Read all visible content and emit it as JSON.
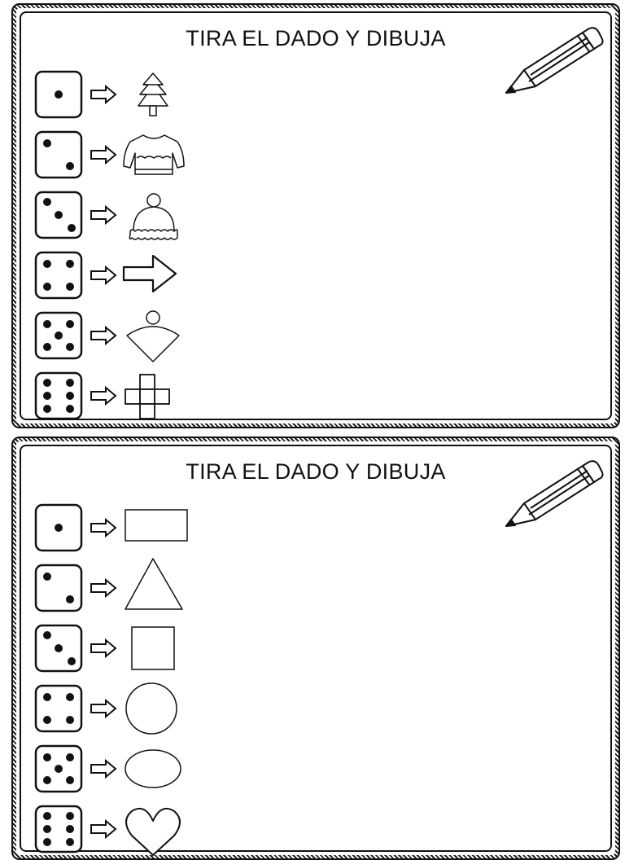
{
  "worksheets": [
    {
      "title": "TIRA EL DADO Y DIBUJA",
      "rows": [
        {
          "die": 1,
          "figure": "tree-icon"
        },
        {
          "die": 2,
          "figure": "sweater-icon"
        },
        {
          "die": 3,
          "figure": "beanie-icon"
        },
        {
          "die": 4,
          "figure": "arrow-shape-icon"
        },
        {
          "die": 5,
          "figure": "snowman-fan-icon"
        },
        {
          "die": 6,
          "figure": "cross-grid-icon"
        }
      ]
    },
    {
      "title": "TIRA EL DADO Y DIBUJA",
      "rows": [
        {
          "die": 1,
          "figure": "rectangle-icon"
        },
        {
          "die": 2,
          "figure": "triangle-icon"
        },
        {
          "die": 3,
          "figure": "square-icon"
        },
        {
          "die": 4,
          "figure": "circle-icon"
        },
        {
          "die": 5,
          "figure": "oval-icon"
        },
        {
          "die": 6,
          "figure": "heart-icon"
        }
      ]
    }
  ]
}
